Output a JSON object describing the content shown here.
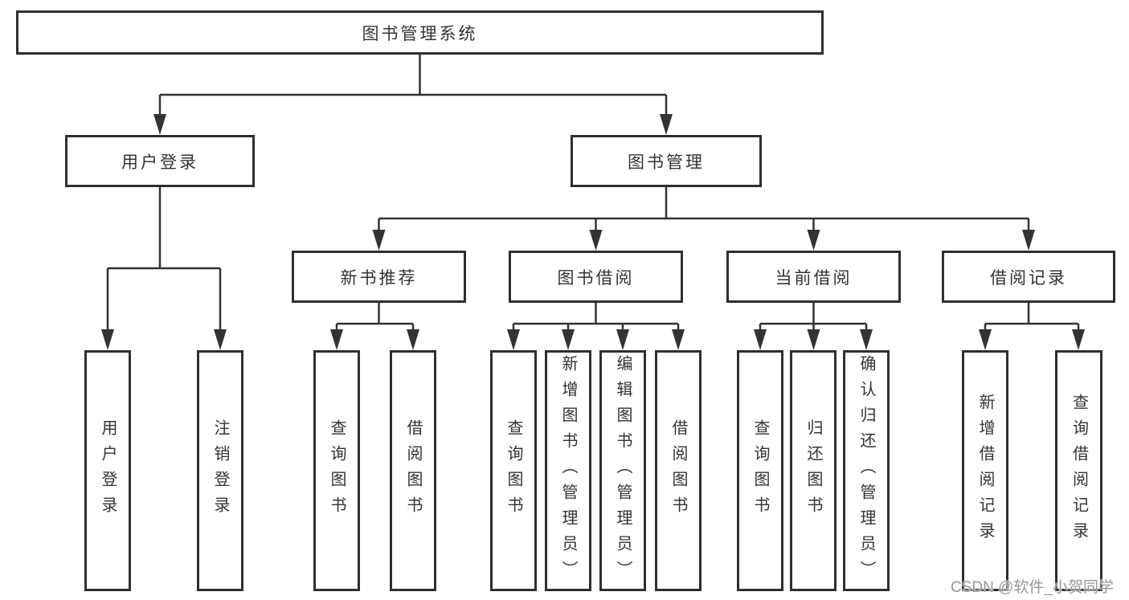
{
  "diagram_title": "图书管理系统",
  "tree": {
    "root": {
      "label": "图书管理系统",
      "children": [
        {
          "label": "用户登录",
          "children": [
            {
              "label": "用户登录"
            },
            {
              "label": "注销登录"
            }
          ]
        },
        {
          "label": "图书管理",
          "children": [
            {
              "label": "新书推荐",
              "children": [
                {
                  "label": "查询图书"
                },
                {
                  "label": "借阅图书"
                }
              ]
            },
            {
              "label": "图书借阅",
              "children": [
                {
                  "label": "查询图书"
                },
                {
                  "label": "新增图书（管理员）"
                },
                {
                  "label": "编辑图书（管理员）"
                },
                {
                  "label": "借阅图书"
                }
              ]
            },
            {
              "label": "当前借阅",
              "children": [
                {
                  "label": "查询图书"
                },
                {
                  "label": "归还图书"
                },
                {
                  "label": "确认归还（管理员）"
                }
              ]
            },
            {
              "label": "借阅记录",
              "children": [
                {
                  "label": "新增借阅记录"
                },
                {
                  "label": "查询借阅记录"
                }
              ]
            }
          ]
        }
      ]
    }
  },
  "watermark": {
    "text": "CSDN @软件_小贺同学"
  },
  "colors": {
    "line": "#333333",
    "box_border": "#2f2f2f",
    "text": "#333333",
    "background": "#ffffff",
    "watermark": "#969696"
  }
}
